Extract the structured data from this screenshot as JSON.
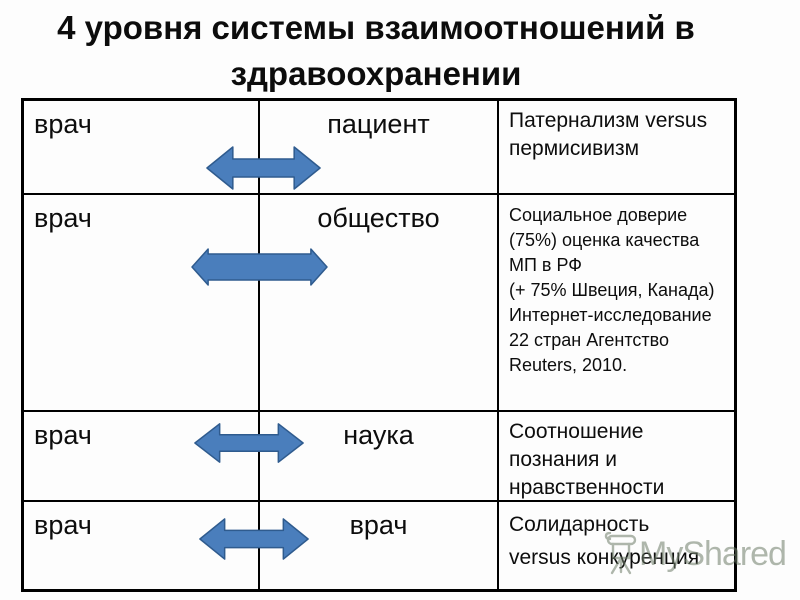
{
  "slide": {
    "title_line1": "4 уровня системы взаимоотношений в",
    "title_line2": "здравоохранении"
  },
  "colors": {
    "arrow_fill": "#4a7ebc",
    "arrow_stroke": "#2f5b8e",
    "watermark_color": "#6e7d69"
  },
  "table": {
    "rows": [
      {
        "left": "врач",
        "mid": "пациент",
        "right_lines": [
          "Патернализм versus",
          "пермисивизм"
        ]
      },
      {
        "left": "врач",
        "mid": "общество",
        "right_lines": [
          "Социальное доверие",
          "(75%) оценка качества",
          "МП в РФ",
          "(+ 75% Швеция, Канада)",
          "Интернет-исследование",
          "22 стран Агентство",
          "Reuters, 2010."
        ]
      },
      {
        "left": "врач",
        "mid": "наука",
        "right_lines": [
          "Соотношение",
          "познания и",
          "нравственности"
        ]
      },
      {
        "left": "врач",
        "mid": "врач",
        "right_lines": [
          "Солидарность",
          "versus конкуренция"
        ]
      }
    ]
  },
  "watermark": {
    "text": "MyShared"
  }
}
